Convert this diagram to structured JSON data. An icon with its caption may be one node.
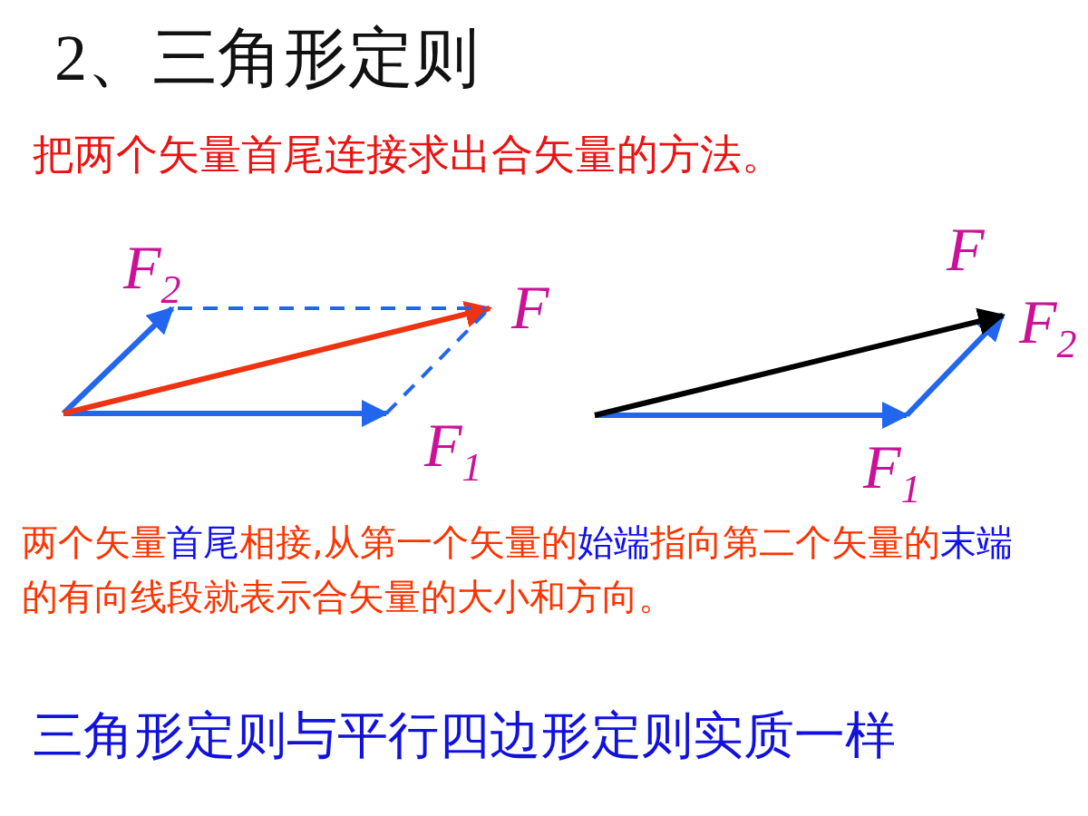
{
  "diagram": {
    "title": "2、三角形定则",
    "caption": "三角形定则与平行四边形定则实质一样",
    "labels": [
      "把两个矢量首尾连接求出合矢量的方法。",
      "F$_{2}$",
      "F",
      "F$_{1}$",
      "F",
      "F$_{2}$",
      "F$_{1}$",
      "两个矢量**首尾**相接,从第一个矢量的**始端**指向第二个矢量的**末端**的有向线段就表示合矢量的大小和方向。"
    ]
  }
}
